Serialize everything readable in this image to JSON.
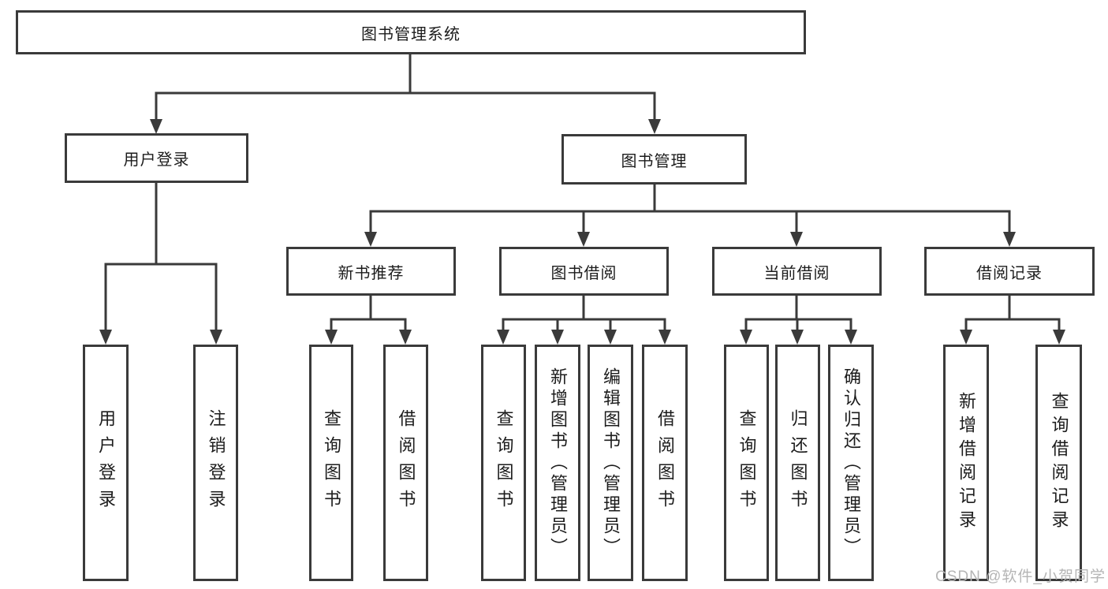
{
  "diagram": {
    "title": "图书管理系统",
    "root": {
      "label": "图书管理系统"
    },
    "branches": [
      {
        "label": "用户登录",
        "children": [
          {
            "label": "用户登录"
          },
          {
            "label": "注销登录"
          }
        ]
      },
      {
        "label": "图书管理",
        "children": [
          {
            "label": "新书推荐",
            "children": [
              {
                "label": "查询图书"
              },
              {
                "label": "借阅图书"
              }
            ]
          },
          {
            "label": "图书借阅",
            "children": [
              {
                "label": "查询图书"
              },
              {
                "label": "新增图书（管理员）"
              },
              {
                "label": "编辑图书（管理员）"
              },
              {
                "label": "借阅图书"
              }
            ]
          },
          {
            "label": "当前借阅",
            "children": [
              {
                "label": "查询图书"
              },
              {
                "label": "归还图书"
              },
              {
                "label": "确认归还（管理员）"
              }
            ]
          },
          {
            "label": "借阅记录",
            "children": [
              {
                "label": "新增借阅记录"
              },
              {
                "label": "查询借阅记录"
              }
            ]
          }
        ]
      }
    ]
  },
  "watermark": {
    "text": "CSDN @软件_小贺同学"
  },
  "colors": {
    "line": "#3a3a3a",
    "text": "#1c1c1c",
    "watermark": "#b5b5b5",
    "background": "#ffffff"
  }
}
